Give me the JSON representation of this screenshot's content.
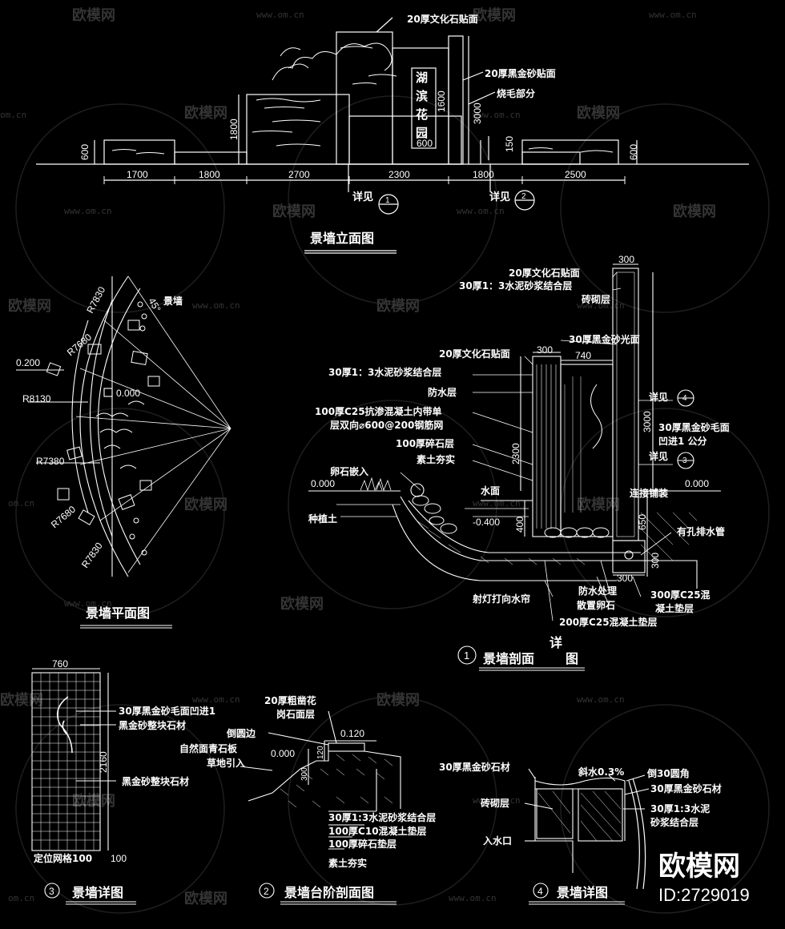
{
  "watermark": {
    "brand": "欧模网",
    "url": "www.om.cn",
    "short": "om.cn"
  },
  "badge": {
    "brand": "欧模网",
    "id": "ID:2729019"
  },
  "elevation": {
    "title": "景墙立面图",
    "labels": {
      "stone_top": "20厚文化石贴面",
      "granite": "20厚黑金砂贴面",
      "burnt": "烧毛部分"
    },
    "sign": [
      "湖",
      "滨",
      "花",
      "园"
    ],
    "dims_bottom": [
      "1700",
      "1800",
      "2700",
      "2300",
      "1800",
      "2500"
    ],
    "dims_vertical": [
      "600",
      "1800",
      "1600",
      "3000",
      "150",
      "600"
    ],
    "sign_width": "600",
    "ref_label": "详见",
    "ref1": "1",
    "ref2": "2"
  },
  "plan": {
    "title": "景墙平面图",
    "radii": [
      "R7830",
      "R7680",
      "R8130",
      "R7380",
      "R7680",
      "R7830"
    ],
    "angle": "45°",
    "wall_label": "景墙",
    "offset": "0.200",
    "level": "0.000"
  },
  "section": {
    "number": "1",
    "title": "景墙剖面",
    "title_suffix": "详",
    "title_end": "图",
    "labels": [
      "20厚文化石贴面",
      "30厚1：3水泥砂浆结合层",
      "砖砌层",
      "30厚黑金砂光面",
      "20厚文化石贴面",
      "30厚1：3水泥砂浆结合层",
      "防水层",
      "100厚C25抗渗混凝土内带单",
      "层双向⌀600@200钢筋网",
      "100厚碎石层",
      "素土夯实",
      "卵石嵌入",
      "种植土",
      "水面",
      "详见",
      "30厚黑金砂毛面",
      "凹进1 公分",
      "详见",
      "连接铺装",
      "有孔排水管",
      "射灯打向水帘",
      "防水处理",
      "散置卵石",
      "300厚C25混",
      "凝土垫层",
      "200厚C25混凝土垫层"
    ],
    "dims": [
      "300",
      "300",
      "740",
      "3000",
      "2300",
      "400",
      "650",
      "300",
      "300"
    ],
    "levels": [
      "0.000",
      "0.000",
      "-0.400"
    ],
    "ref4": "4",
    "ref3": "3"
  },
  "detail3": {
    "number": "3",
    "title": "景墙详图",
    "width": "760",
    "height": "2160",
    "labels": [
      "30厚黑金砂毛面凹进1",
      "黑金砂整块石材",
      "黑金砂整块石材"
    ],
    "grid_note": "定位网格100",
    "grid_value": "100"
  },
  "detail2": {
    "number": "2",
    "title": "景墙台阶剖面图",
    "labels": [
      "20厚粗凿花",
      "岗石面层",
      "倒圆边",
      "自然面青石板",
      "草地引入",
      "30厚1:3水泥砂浆结合层",
      "100厚C10混凝土垫层",
      "100厚碎石垫层",
      "素土夯实"
    ],
    "dims": [
      "0.120",
      "120",
      "300"
    ],
    "level": "0.000"
  },
  "detail4": {
    "number": "4",
    "title": "景墙详图",
    "labels": [
      "30厚黑金砂石材",
      "斜水0.3%",
      "倒30圆角",
      "30厚黑金砂石材",
      "30厚1:3水泥",
      "砂浆结合层",
      "砖砌层",
      "入水口"
    ]
  }
}
